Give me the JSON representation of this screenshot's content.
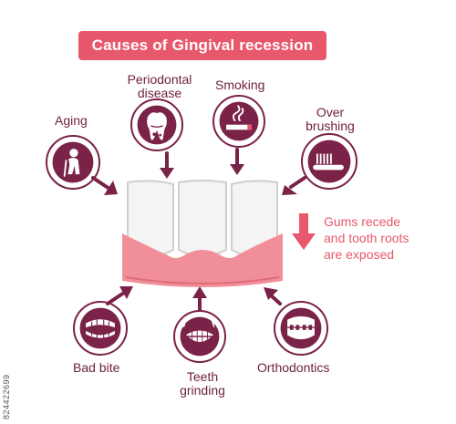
{
  "title": "Causes of Gingival recession",
  "causes": [
    {
      "id": "aging",
      "label": "Aging"
    },
    {
      "id": "periodontal",
      "label": "Periodontal\ndisease"
    },
    {
      "id": "smoking",
      "label": "Smoking"
    },
    {
      "id": "overbrushing",
      "label": "Over\nbrushing"
    },
    {
      "id": "badbite",
      "label": "Bad bite"
    },
    {
      "id": "grinding",
      "label": "Teeth\ngrinding"
    },
    {
      "id": "orthodontics",
      "label": "Orthodontics"
    }
  ],
  "effect": "Gums recede\nand tooth roots\nare exposed",
  "image_id": "824422699",
  "colors": {
    "accent": "#e8586c",
    "icon": "#7a2248",
    "label": "#6e1f3d",
    "gum": "#f08f99",
    "tooth": "#f4f4f4"
  }
}
